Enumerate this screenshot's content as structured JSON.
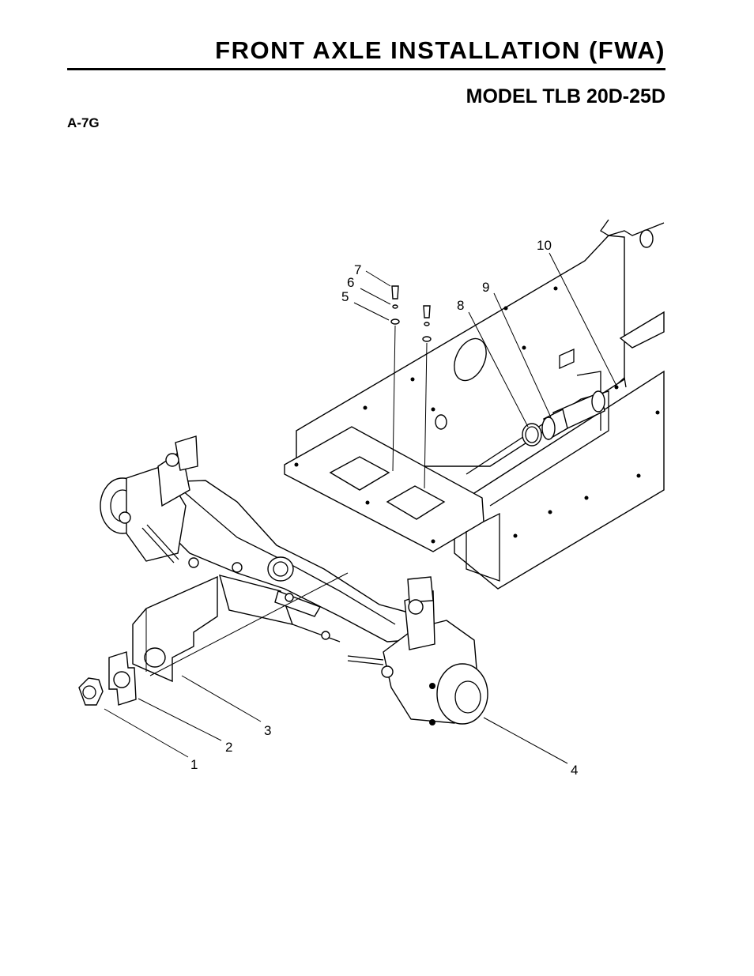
{
  "header": {
    "title": "FRONT AXLE INSTALLATION (FWA)",
    "model": "MODEL TLB 20D-25D",
    "figure_code": "A-7G"
  },
  "callouts": [
    "1",
    "2",
    "3",
    "4",
    "5",
    "6",
    "7",
    "8",
    "9",
    "10"
  ]
}
